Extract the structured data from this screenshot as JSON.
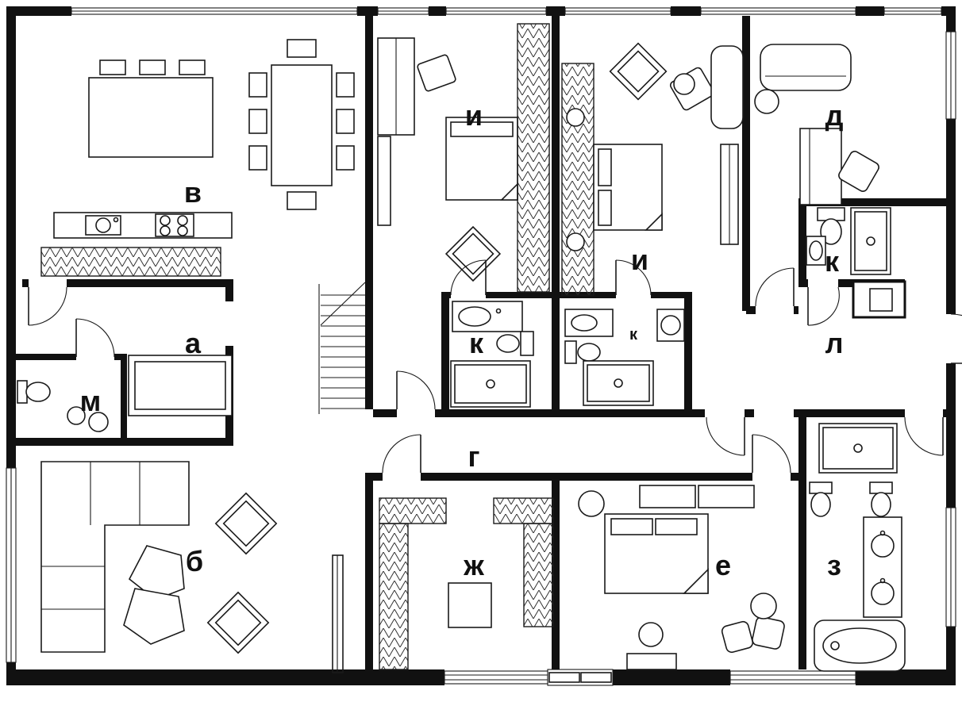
{
  "title": "apartment-floor-plan",
  "rooms": {
    "v": "в",
    "a": "а",
    "m": "м",
    "b": "б",
    "i1": "и",
    "i2": "и",
    "k1": "к",
    "k2": "к",
    "k3": "к",
    "g": "г",
    "zh": "ж",
    "e": "е",
    "d": "д",
    "l": "л",
    "z": "з"
  },
  "colors": {
    "wall": "#111111",
    "line": "#1a1a1a",
    "bg": "#ffffff"
  }
}
